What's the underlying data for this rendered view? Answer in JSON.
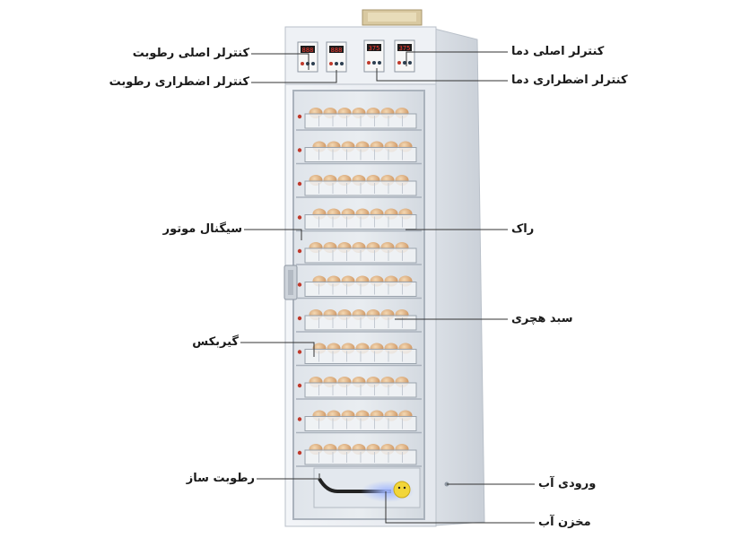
{
  "labels": {
    "humidity_main_controller": "کنترلر اصلی رطوبت",
    "humidity_backup_controller": "کنترلر اضطراری رطوبت",
    "temp_main_controller": "کنترلر اصلی دما",
    "temp_backup_controller": "کنترلر اضطراری دما",
    "signal_motor": "سیگنال موتور",
    "rack": "راک",
    "egg_tray": "سبد هچری",
    "gearbox": "گیربکس",
    "humidifier": "رطوبت ساز",
    "water_inlet": "ورودی آب",
    "water_tank": "مخزن آب"
  },
  "controllers": {
    "humidity_main_display": "888",
    "humidity_backup_display": "888",
    "temp_main_display": "375",
    "temp_backup_display": "375"
  },
  "tray_count": 11,
  "colors": {
    "cabinet": "#e9edf2",
    "glass": "#d7dde3",
    "display": "#c0392b",
    "leader_line": "#333333"
  }
}
